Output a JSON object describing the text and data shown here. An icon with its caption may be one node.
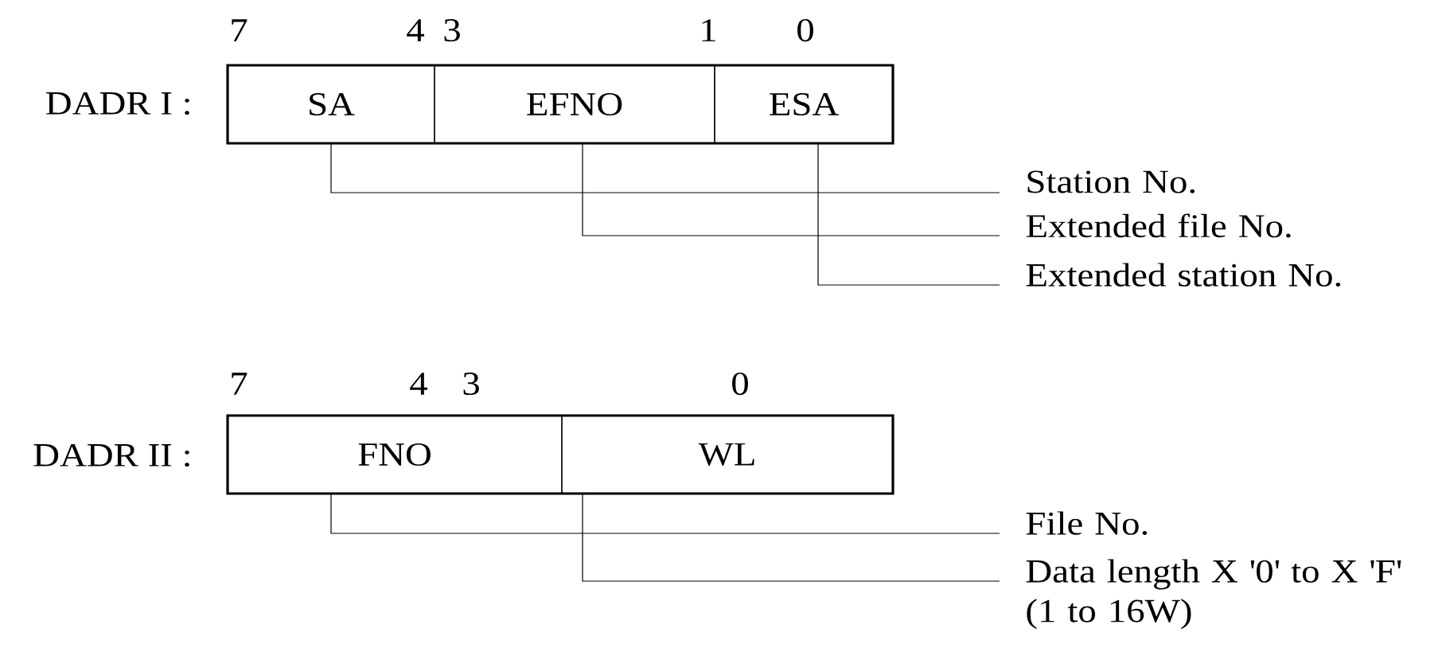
{
  "diagram": {
    "nodes": [
      {
        "text": [
          "DADR I :"
        ]
      },
      {
        "text": [
          "SA"
        ],
        "in": 0
      },
      {
        "text": [
          "EFNO"
        ],
        "in": 0
      },
      {
        "text": [
          "ESA"
        ],
        "in": 0
      },
      {
        "text": [
          "Station No."
        ]
      },
      {
        "text": [
          "Extended file No."
        ]
      },
      {
        "text": [
          "Extended station No."
        ]
      },
      {
        "text": [
          "DADR II :"
        ]
      },
      {
        "text": [
          "FNO"
        ],
        "in": 7
      },
      {
        "text": [
          "WL"
        ],
        "in": 7
      },
      {
        "text": [
          "File No."
        ]
      },
      {
        "text": [
          "Data length X '0' to X 'F' (1 to 16W)"
        ]
      }
    ],
    "edges": [
      {
        "from": 1,
        "to": 4,
        "arrow": "none"
      },
      {
        "from": 2,
        "to": 5,
        "arrow": "none"
      },
      {
        "from": 3,
        "to": 6,
        "arrow": "none"
      },
      {
        "from": 8,
        "to": 10,
        "arrow": "none"
      },
      {
        "from": 9,
        "to": 11,
        "arrow": "none"
      }
    ],
    "labels": [
      "7",
      "4",
      "3",
      "1",
      "0",
      "7",
      "4",
      "3",
      "0"
    ]
  }
}
